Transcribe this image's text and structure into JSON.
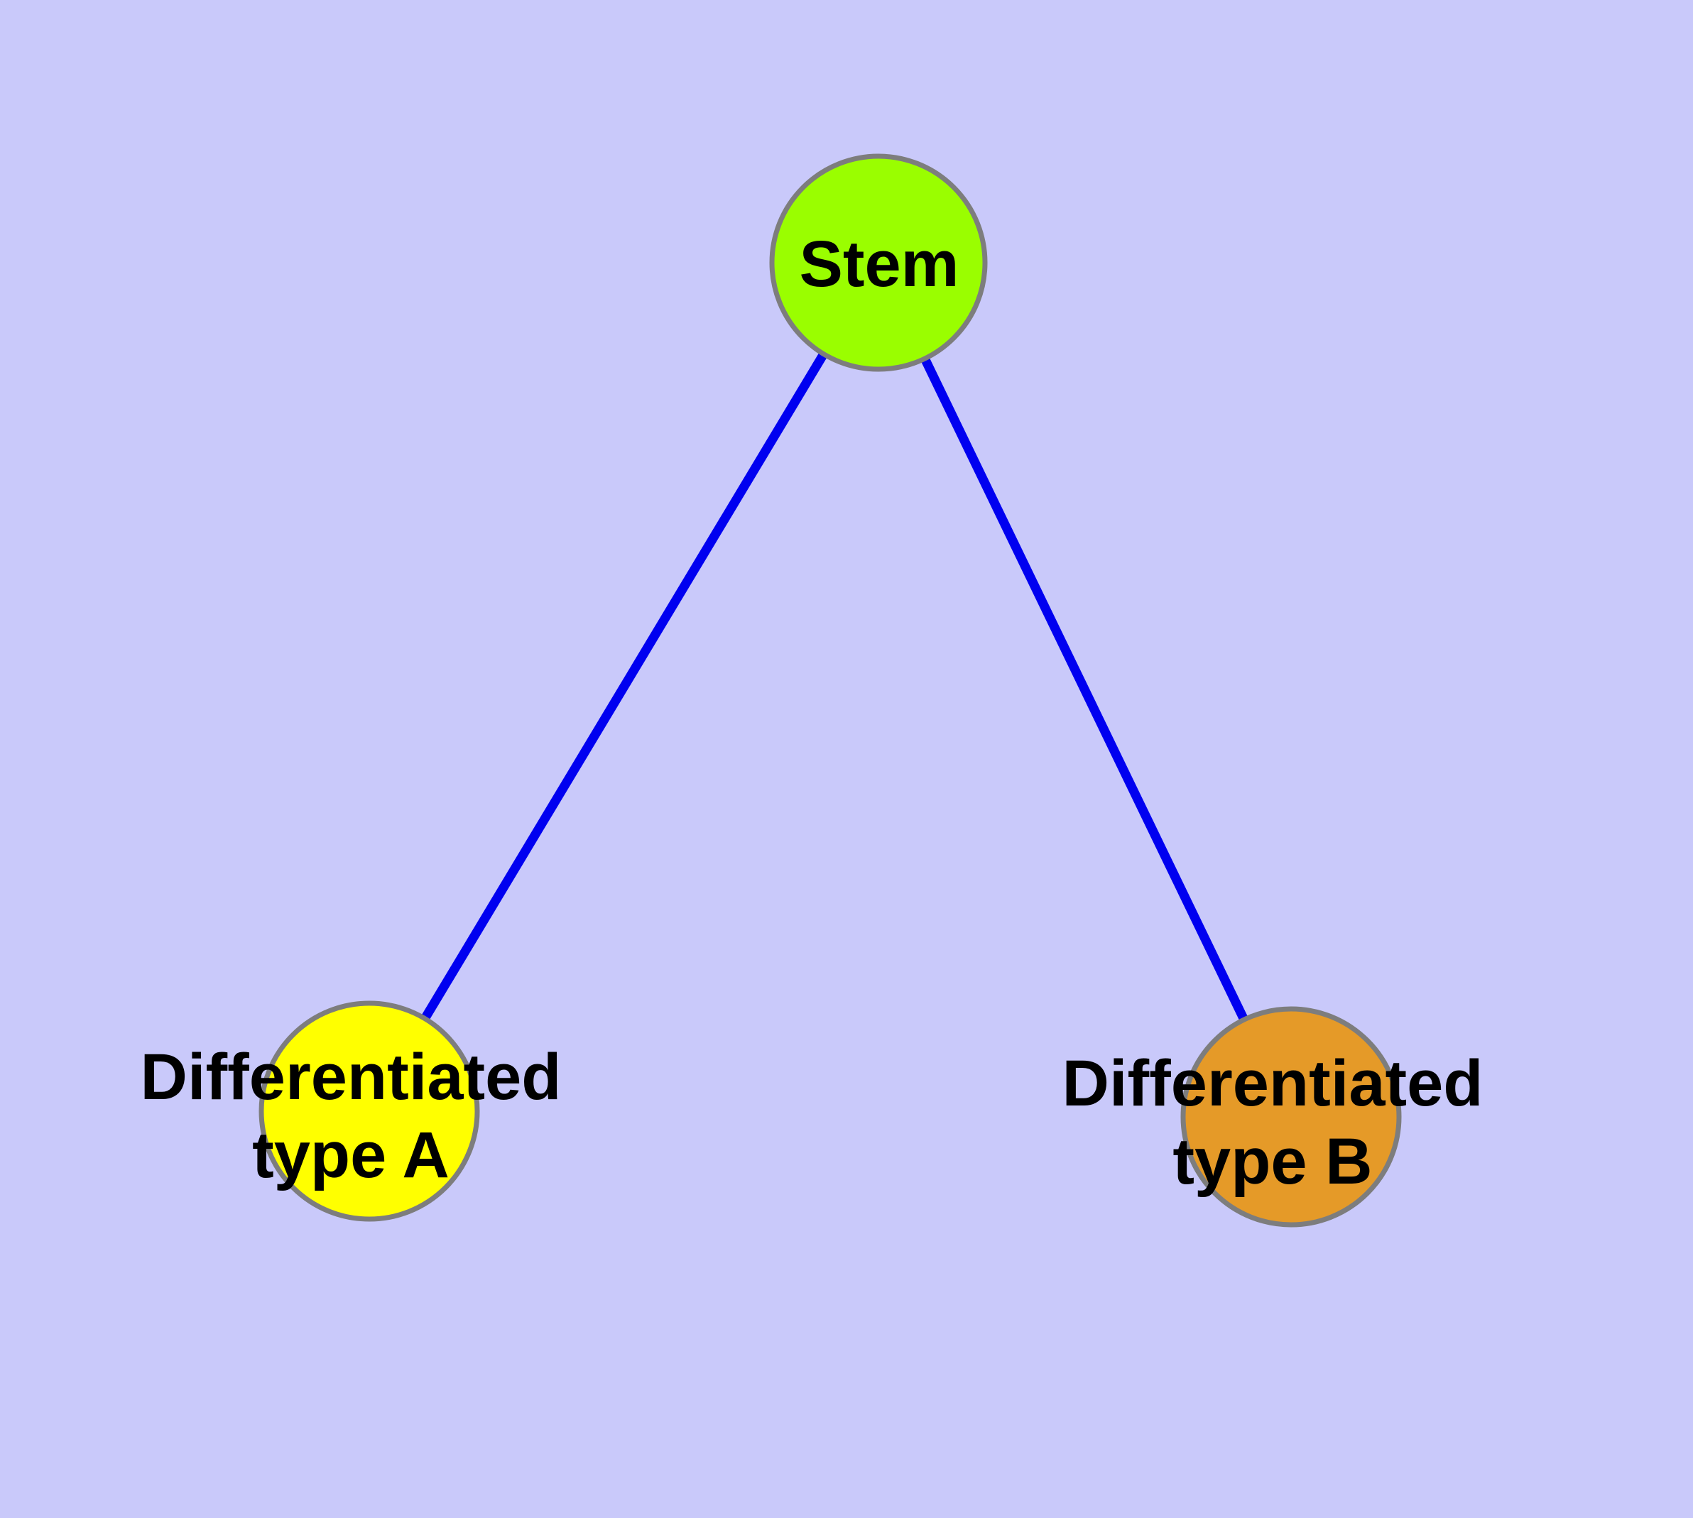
{
  "diagram": {
    "type": "node-link-graph",
    "colors": {
      "background": "#C9C9FA",
      "edge": "#0000F0",
      "node_border": "#7D7D7D",
      "label_text": "#000000"
    },
    "nodes": {
      "stem": {
        "label": "Stem",
        "fill": "#9AFE00"
      },
      "type_a": {
        "label_line1": "Differentiated",
        "label_line2": "type A",
        "fill": "#FFFF00"
      },
      "type_b": {
        "label_line1": "Differentiated",
        "label_line2": "type B",
        "fill": "#E59A28"
      }
    },
    "edges": [
      {
        "from": "Stem",
        "to": "Differentiated type A"
      },
      {
        "from": "Stem",
        "to": "Differentiated type B"
      }
    ]
  }
}
